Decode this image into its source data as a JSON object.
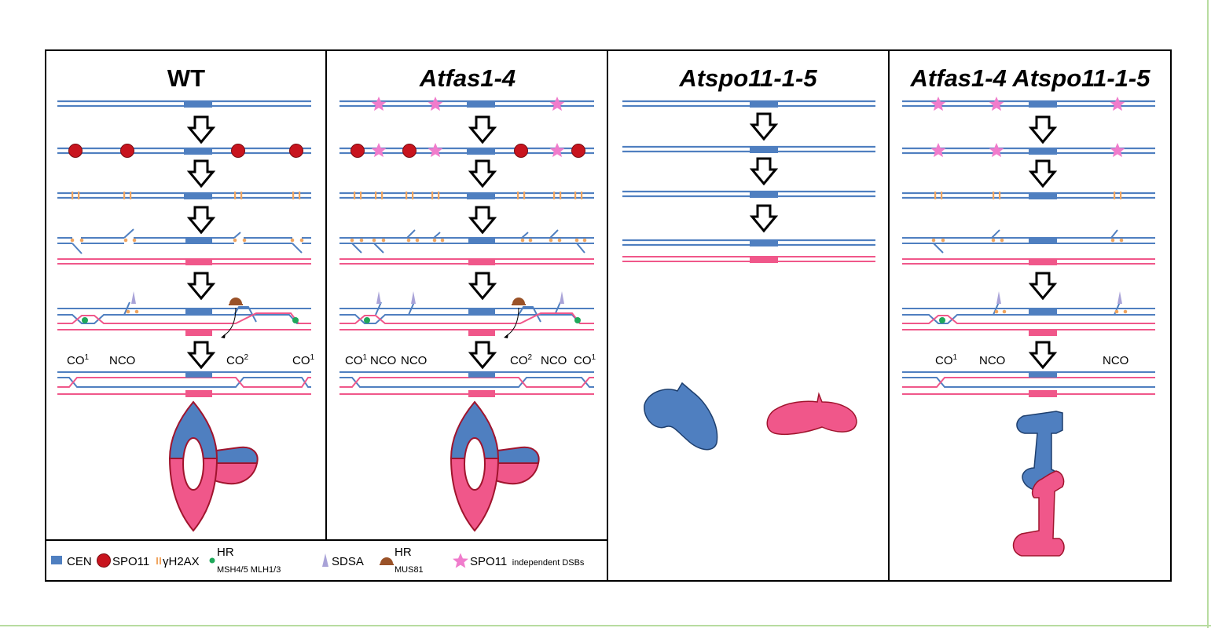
{
  "panels": [
    {
      "title": "WT",
      "italic": false
    },
    {
      "title": "Atfas1-4",
      "italic": true
    },
    {
      "title": "Atspo11-1-5",
      "italic": true
    },
    {
      "title": "Atfas1-4 Atspo11-1-5",
      "italic": true
    }
  ],
  "labels": {
    "wt": {
      "co1_left": "CO",
      "nco": "NCO",
      "co2": "CO",
      "co1_right": "CO",
      "sup1": "1",
      "sup2": "2"
    },
    "fas": {
      "co1_left": "CO",
      "nco1": "NCO",
      "nco2": "NCO",
      "co2": "CO",
      "nco3": "NCO",
      "co1_right": "CO",
      "sup1": "1",
      "sup2": "2"
    },
    "double": {
      "co1": "CO",
      "nco1": "NCO",
      "nco2": "NCO",
      "sup1": "1"
    }
  },
  "legend": {
    "cen": "CEN",
    "spo11": "SPO11",
    "gh2ax": "γH2AX",
    "hr1_title": "HR",
    "hr1_sub": "MSH4/5 MLH1/3",
    "sdsa": "SDSA",
    "hr2_title": "HR",
    "hr2_sub": "MUS81",
    "ind_main": "SPO11",
    "ind_sub": "independent DSBs"
  },
  "colors": {
    "blue": "#4f7fc0",
    "pink": "#f0578a",
    "red": "#c8141e",
    "star": "#f07ccc",
    "green": "#1fa85a",
    "orange": "#f0a560",
    "brown": "#9a5228",
    "sdsa": "#a9a3d8"
  }
}
